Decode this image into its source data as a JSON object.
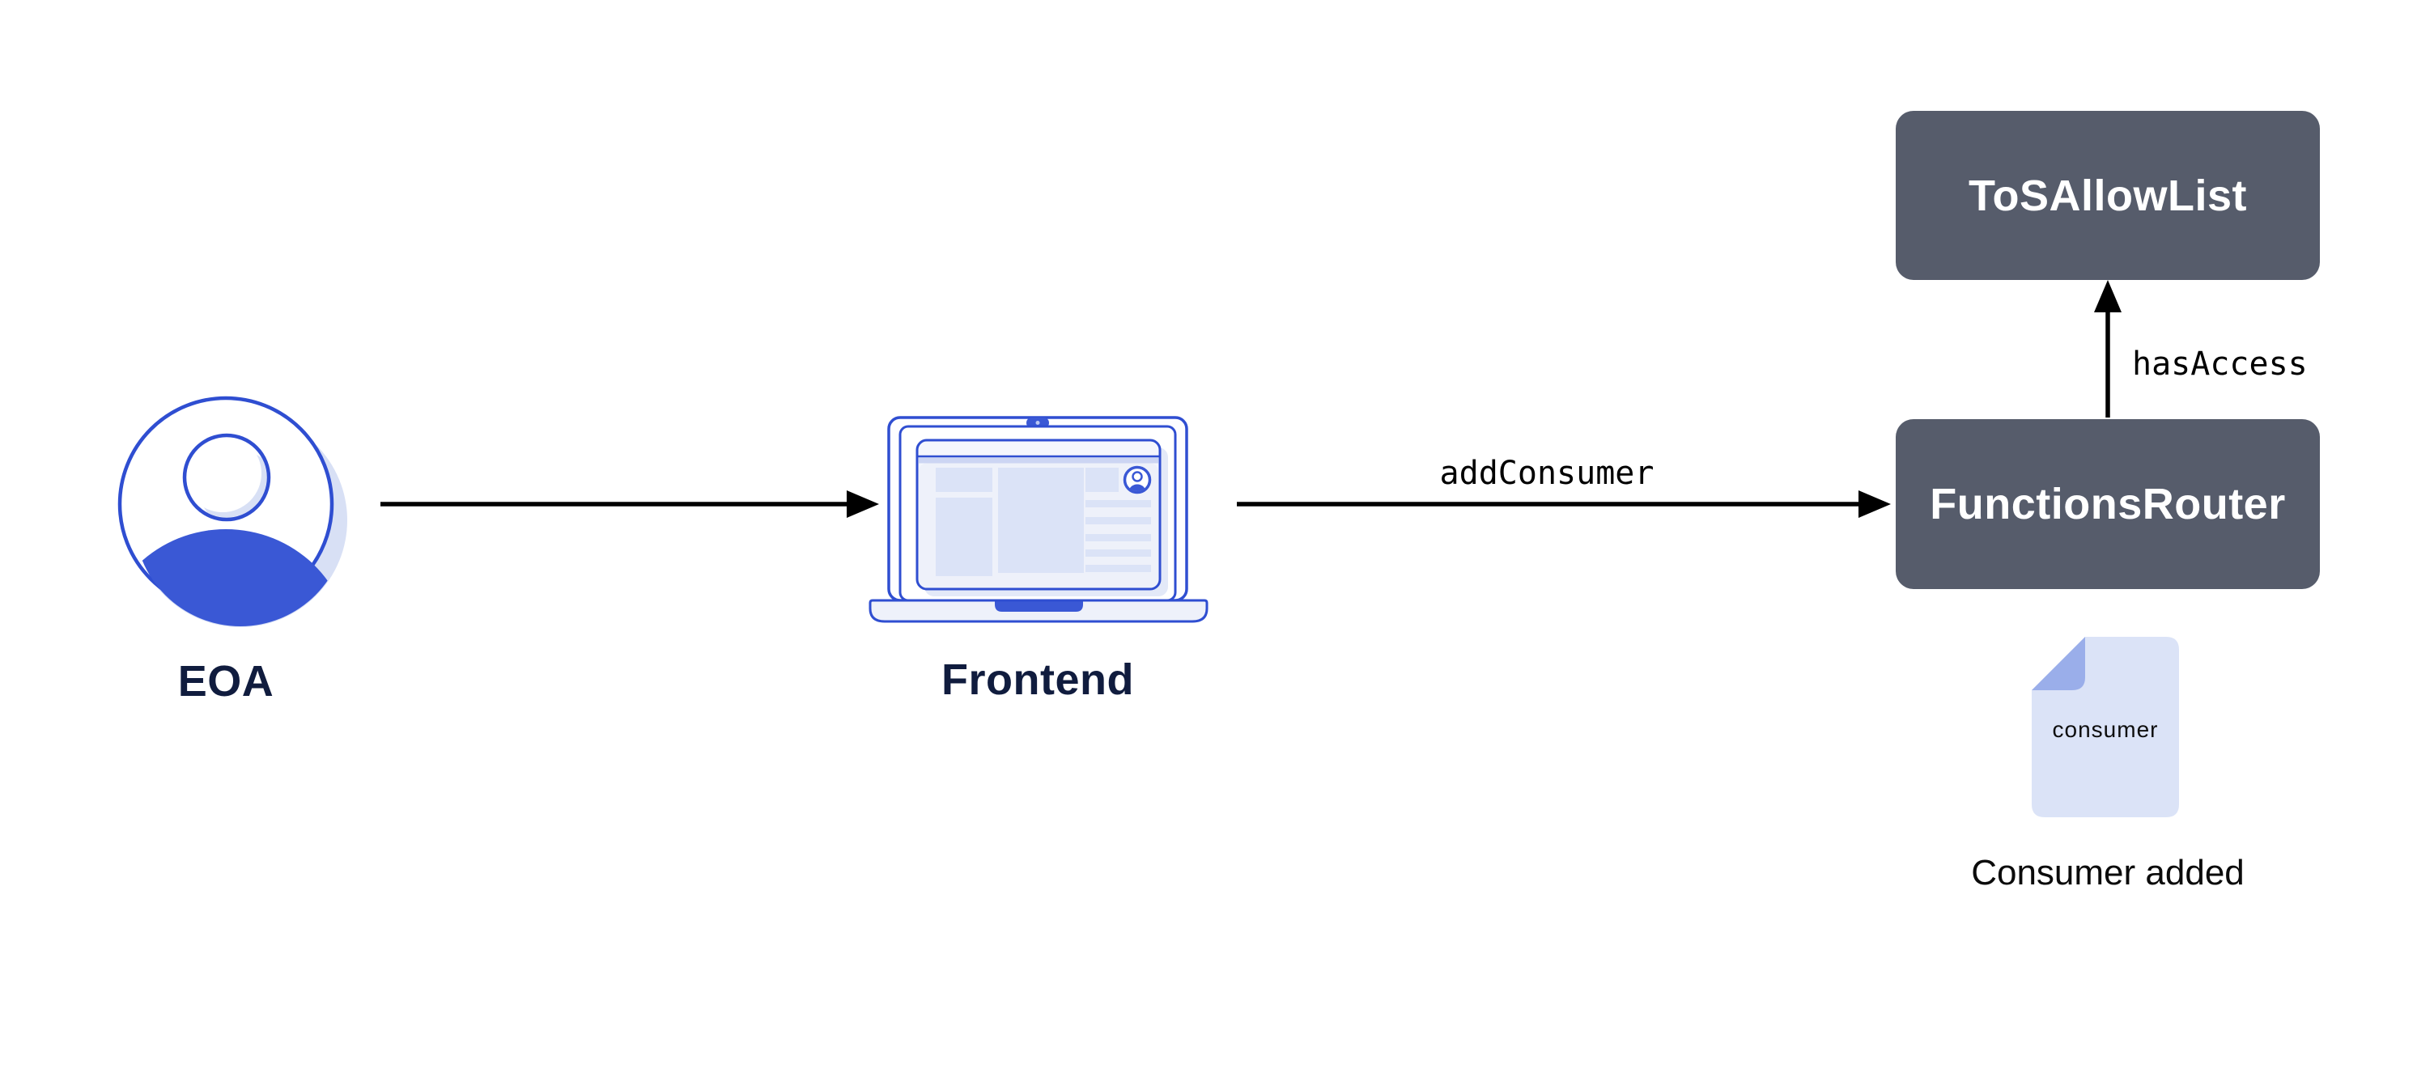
{
  "diagram": {
    "nodes": {
      "eoa": {
        "label": "EOA",
        "icon": "person-avatar-icon"
      },
      "frontend": {
        "label": "Frontend",
        "icon": "laptop-icon"
      },
      "tos_allow_list": {
        "label": "ToSAllowList",
        "shape": "dark-rounded-rect"
      },
      "functions_router": {
        "label": "FunctionsRouter",
        "shape": "dark-rounded-rect"
      }
    },
    "edges": {
      "eoa_to_frontend": {
        "from": "EOA",
        "to": "Frontend",
        "label": ""
      },
      "frontend_to_functions_router": {
        "from": "Frontend",
        "to": "FunctionsRouter",
        "label": "addConsumer"
      },
      "functions_router_to_tos_allow_list": {
        "from": "FunctionsRouter",
        "to": "ToSAllowList",
        "label": "hasAccess"
      }
    },
    "artifacts": {
      "consumer_document": {
        "icon": "document-icon",
        "file_label": "consumer",
        "caption": "Consumer added"
      }
    }
  },
  "colors": {
    "accent_blue": "#3A58D5",
    "accent_blue_stroke": "#2F4ED1",
    "light_lavender": "#DBE3F7",
    "pale_lavender": "#EEF1FA",
    "window_fill": "#F4F6FD",
    "divider_lavender": "#CCD5F3",
    "shadow_lavender": "#D8E0F5",
    "fold_periwinkle": "#9AAEEA",
    "node_dark": "#565C6B",
    "label_navy": "#101C3E",
    "edge_black": "#000000",
    "canvas": "#FFFFFF"
  }
}
